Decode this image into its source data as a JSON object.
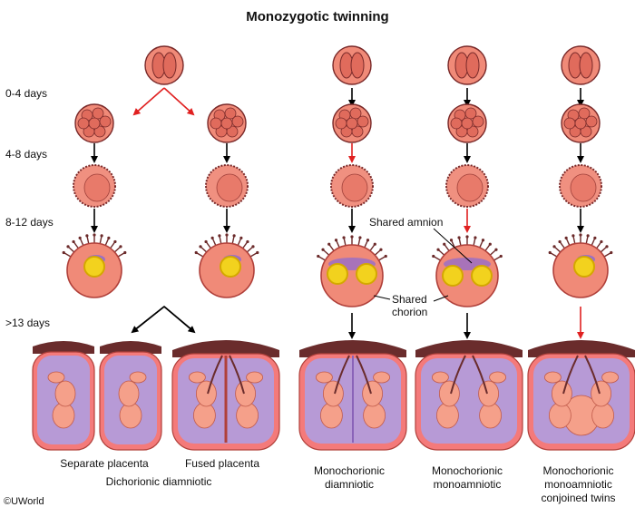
{
  "title": "Monozygotic twinning",
  "days": [
    "0-4 days",
    "4-8 days",
    "8-12 days",
    ">13 days"
  ],
  "annotations": {
    "amnion": "Shared amnion",
    "chorion": "Shared\nchorion"
  },
  "captions": {
    "separate": "Separate placenta",
    "fused": "Fused placenta",
    "dichorionic": "Dichorionic diamniotic",
    "mcda": "Monochorionic\ndiamniotic",
    "mcma": "Monochorionic\nmonoamniotic",
    "conjoined": "Monochorionic\nmonoamniotic\nconjoined twins"
  },
  "logo": "©UWorld",
  "colors": {
    "cell_fill": "#f08a78",
    "cell_border": "#7a2a2a",
    "nucleus": "#e06b5c",
    "blast_fill": "#f09080",
    "blast_inner": "#e87a6a",
    "villi": "#6b2a2a",
    "yolk": "#f2d21e",
    "yolk_ring": "#d4a800",
    "amnion": "#9b6fc4",
    "placenta": "#6a2c2c",
    "sac_outer": "#f47a7a",
    "sac_inner": "#b79ad6",
    "fetus": "#f5a08a",
    "arrow_black": "#000000",
    "arrow_red": "#e02020"
  }
}
